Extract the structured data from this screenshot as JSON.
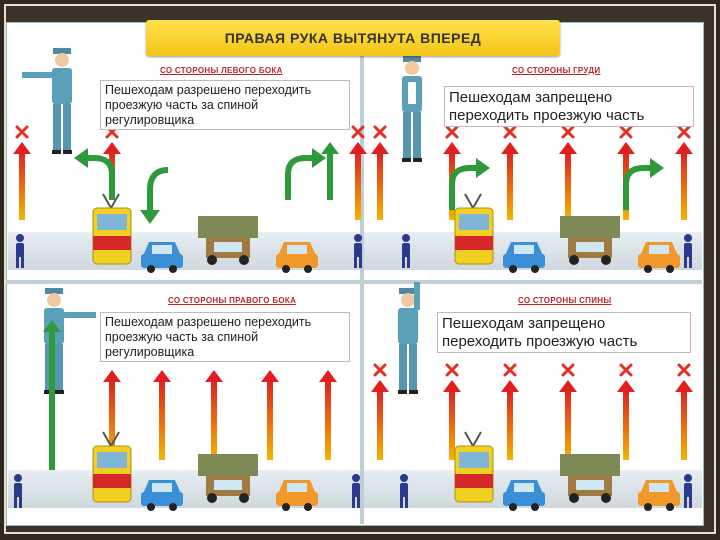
{
  "title": "ПРАВАЯ РУКА ВЫТЯНУТА ВПЕРЕД",
  "quadrants": [
    {
      "heading": "СО СТОРОНЫ ЛЕВОГО БОКА",
      "note": "Пешеходам разрешено переходить проезжую часть за спиной регулировщика"
    },
    {
      "heading": "СО СТОРОНЫ ГРУДИ",
      "note": "Пешеходам запрещено переходить проезжую часть"
    },
    {
      "heading": "СО СТОРОНЫ ПРАВОГО БОКА",
      "note": "Пешеходам разрешено переходить проезжую часть за спиной регулировщика"
    },
    {
      "heading": "СО СТОРОНЫ СПИНЫ",
      "note": "Пешеходам запрещено переходить проезжую часть"
    }
  ],
  "colors": {
    "allowed": "#2e9a3c",
    "forbidden": "#e23124",
    "title_bg": "#f4c419",
    "heading": "#c0242c"
  },
  "icons": [
    "traffic-controller-icon",
    "pedestrian-icon",
    "tram-icon",
    "car-icon",
    "truck-icon",
    "arrow-icon",
    "cross-icon"
  ]
}
